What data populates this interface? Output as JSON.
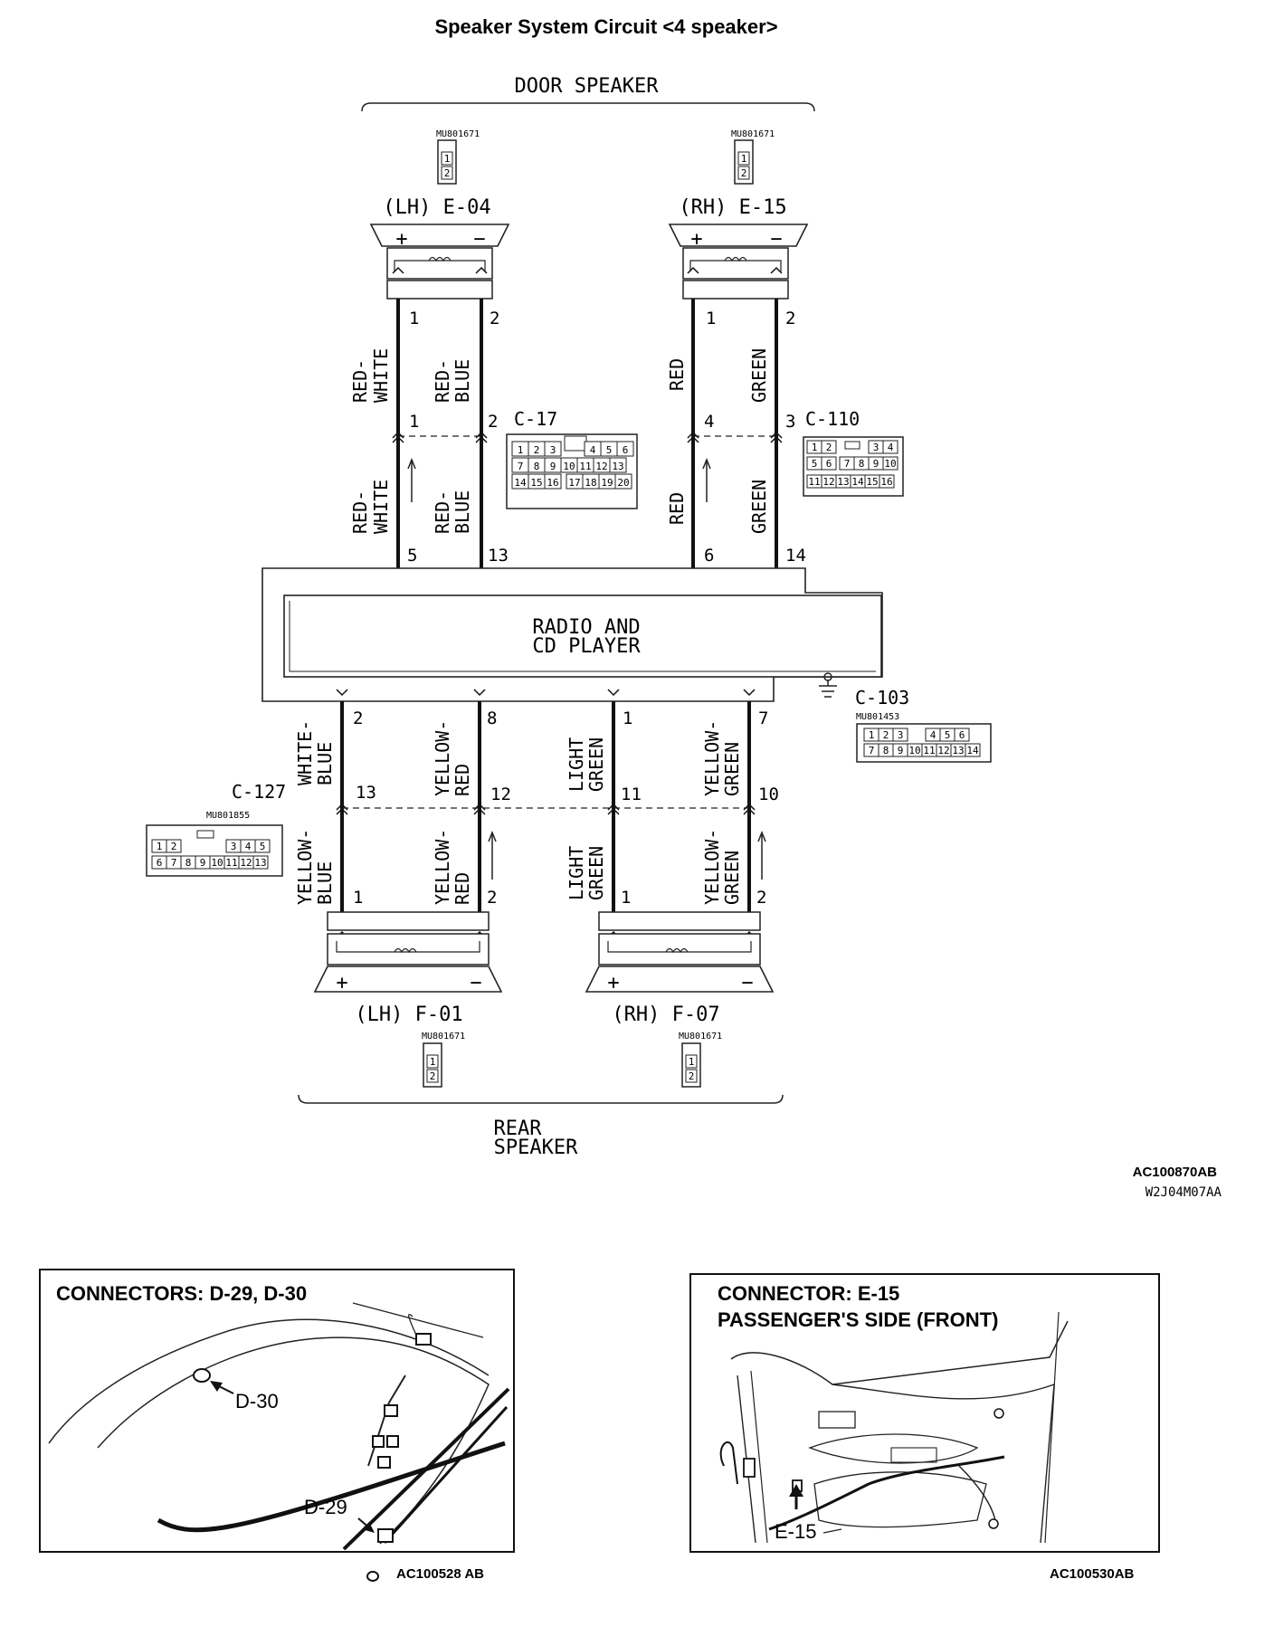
{
  "title": "Speaker System Circuit <4 speaker>",
  "groups": {
    "door": "DOOR SPEAKER",
    "rear_line1": "REAR",
    "rear_line2": "SPEAKER"
  },
  "unit": {
    "line1": "RADIO AND",
    "line2": "CD PLAYER"
  },
  "speakers": {
    "lh_front": {
      "label": "(LH) E-04",
      "part": "MU801671"
    },
    "rh_front": {
      "label": "(RH) E-15",
      "part": "MU801671"
    },
    "lh_rear": {
      "label": "(LH) F-01",
      "part": "MU801671"
    },
    "rh_rear": {
      "label": "(RH) F-07",
      "part": "MU801671"
    },
    "plus": "+",
    "minus": "−"
  },
  "connectors": {
    "c17": {
      "label": "C-17",
      "row1": [
        "1",
        "2",
        "3",
        "4",
        "5",
        "6"
      ],
      "row2": [
        "7",
        "8",
        "9",
        "10",
        "11",
        "12",
        "13"
      ],
      "row3": [
        "14",
        "15",
        "16",
        "17",
        "18",
        "19",
        "20"
      ]
    },
    "c110": {
      "label": "C-110",
      "row1": [
        "1",
        "2",
        "3",
        "4"
      ],
      "row2": [
        "5",
        "6",
        "7",
        "8",
        "9",
        "10"
      ],
      "row3": [
        "11",
        "12",
        "13",
        "14",
        "15",
        "16"
      ]
    },
    "c103": {
      "label": "C-103",
      "part": "MU801453",
      "row1": [
        "1",
        "2",
        "3",
        "4",
        "5",
        "6"
      ],
      "row2": [
        "7",
        "8",
        "9",
        "10",
        "11",
        "12",
        "13",
        "14"
      ]
    },
    "c127": {
      "label": "C-127",
      "part": "MU801855",
      "row1": [
        "1",
        "2",
        "3",
        "4",
        "5"
      ],
      "row2": [
        "6",
        "7",
        "8",
        "9",
        "10",
        "11",
        "12",
        "13"
      ]
    }
  },
  "wires": {
    "red_white_1": "RED-",
    "red_white_2": "WHITE",
    "red_blue_1": "RED-",
    "red_blue_2": "BLUE",
    "red": "RED",
    "green": "GREEN",
    "white_blue_1": "WHITE-",
    "white_blue_2": "BLUE",
    "yellow_red_1": "YELLOW-",
    "yellow_red_2": "RED",
    "light_green_1": "LIGHT",
    "light_green_2": "GREEN",
    "yellow_green_1": "YELLOW-",
    "yellow_green_2": "GREEN",
    "yellow_blue_1": "YELLOW-",
    "yellow_blue_2": "BLUE"
  },
  "pins": {
    "p1": "1",
    "p2": "2",
    "p3": "3",
    "p4": "4",
    "p5": "5",
    "p6": "6",
    "p7": "7",
    "p8": "8",
    "p10": "10",
    "p11": "11",
    "p12": "12",
    "p13": "13",
    "p14": "14"
  },
  "codes": {
    "main": "AC100870AB",
    "sub": "W2J04M07AA"
  },
  "panels": {
    "left": {
      "title": "CONNECTORS:  D-29, D-30",
      "callout_d30": "D-30",
      "callout_d29": "D-29",
      "code": "AC100528 AB"
    },
    "right": {
      "title_line1": "CONNECTOR:  E-15",
      "title_line2": "PASSENGER'S SIDE (FRONT)",
      "callout": "E-15",
      "code": "AC100530AB"
    }
  }
}
